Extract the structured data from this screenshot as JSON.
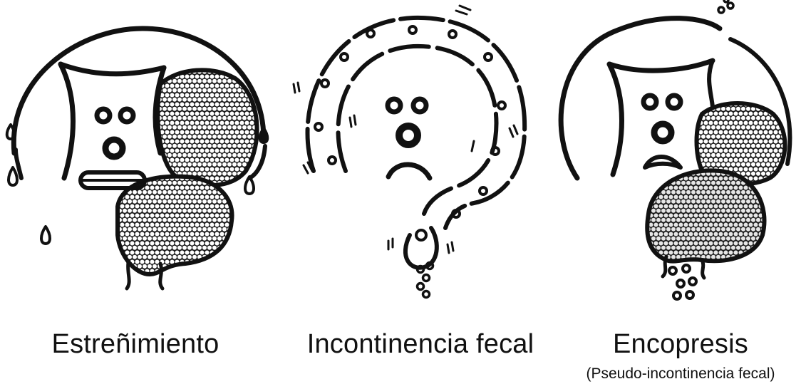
{
  "panels": [
    {
      "label": "Estreñimiento",
      "sublabel": ""
    },
    {
      "label": "Incontinencia fecal",
      "sublabel": ""
    },
    {
      "label": "Encopresis",
      "sublabel": "(Pseudo-incontinencia fecal)"
    }
  ],
  "colors": {
    "ink": "#111111",
    "stool_fill": "#ffffff",
    "background": "#ffffff"
  }
}
